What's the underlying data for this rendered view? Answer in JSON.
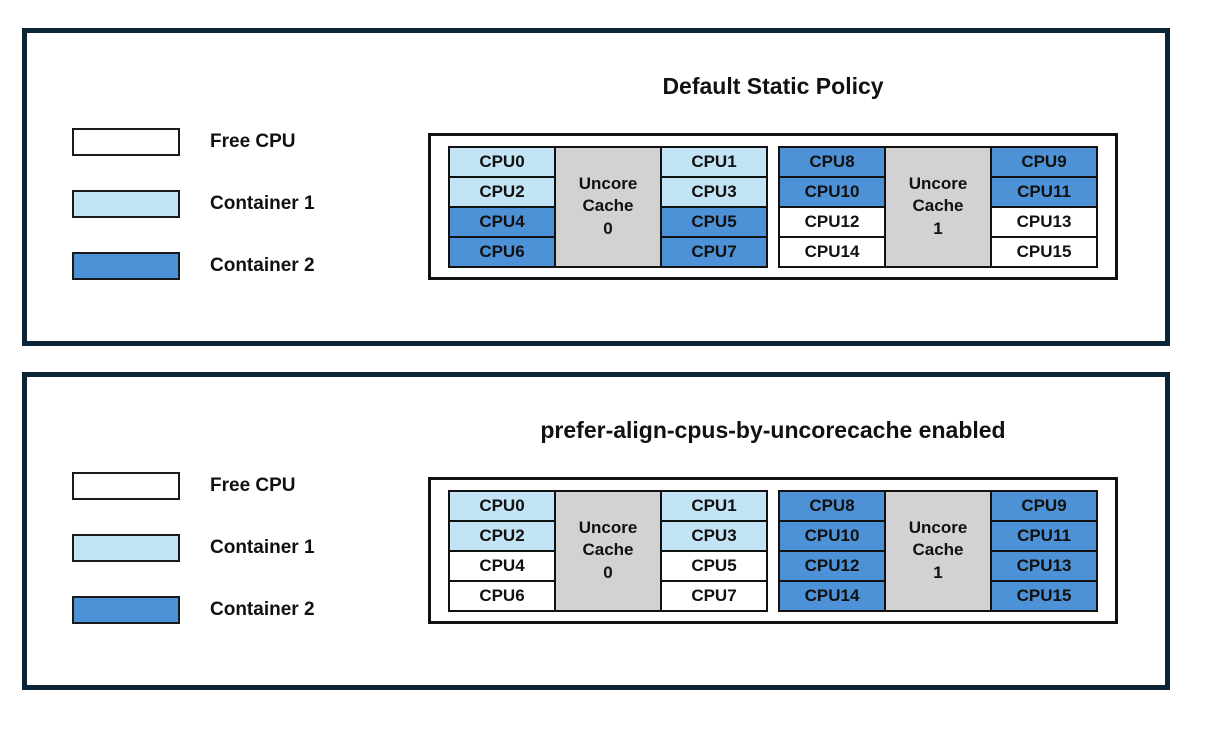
{
  "colors": {
    "free": "#FFFFFF",
    "container1": "#C2E4F4",
    "container2": "#4D91D7",
    "cache": "#D2D2D2",
    "panel_border": "#0B2536",
    "cell_border": "#111111"
  },
  "legend": [
    {
      "label": "Free CPU",
      "state": "free"
    },
    {
      "label": "Container 1",
      "state": "container1"
    },
    {
      "label": "Container 2",
      "state": "container2"
    }
  ],
  "panels": [
    {
      "title": "Default Static Policy",
      "groups": [
        {
          "cache": {
            "line1": "Uncore",
            "line2": "Cache",
            "line3": "0"
          },
          "left": [
            {
              "label": "CPU0",
              "state": "container1"
            },
            {
              "label": "CPU2",
              "state": "container1"
            },
            {
              "label": "CPU4",
              "state": "container2"
            },
            {
              "label": "CPU6",
              "state": "container2"
            }
          ],
          "right": [
            {
              "label": "CPU1",
              "state": "container1"
            },
            {
              "label": "CPU3",
              "state": "container1"
            },
            {
              "label": "CPU5",
              "state": "container2"
            },
            {
              "label": "CPU7",
              "state": "container2"
            }
          ]
        },
        {
          "cache": {
            "line1": "Uncore",
            "line2": "Cache",
            "line3": "1"
          },
          "left": [
            {
              "label": "CPU8",
              "state": "container2"
            },
            {
              "label": "CPU10",
              "state": "container2"
            },
            {
              "label": "CPU12",
              "state": "free"
            },
            {
              "label": "CPU14",
              "state": "free"
            }
          ],
          "right": [
            {
              "label": "CPU9",
              "state": "container2"
            },
            {
              "label": "CPU11",
              "state": "container2"
            },
            {
              "label": "CPU13",
              "state": "free"
            },
            {
              "label": "CPU15",
              "state": "free"
            }
          ]
        }
      ]
    },
    {
      "title": "prefer-align-cpus-by-uncorecache enabled",
      "groups": [
        {
          "cache": {
            "line1": "Uncore",
            "line2": "Cache",
            "line3": "0"
          },
          "left": [
            {
              "label": "CPU0",
              "state": "container1"
            },
            {
              "label": "CPU2",
              "state": "container1"
            },
            {
              "label": "CPU4",
              "state": "free"
            },
            {
              "label": "CPU6",
              "state": "free"
            }
          ],
          "right": [
            {
              "label": "CPU1",
              "state": "container1"
            },
            {
              "label": "CPU3",
              "state": "container1"
            },
            {
              "label": "CPU5",
              "state": "free"
            },
            {
              "label": "CPU7",
              "state": "free"
            }
          ]
        },
        {
          "cache": {
            "line1": "Uncore",
            "line2": "Cache",
            "line3": "1"
          },
          "left": [
            {
              "label": "CPU8",
              "state": "container2"
            },
            {
              "label": "CPU10",
              "state": "container2"
            },
            {
              "label": "CPU12",
              "state": "container2"
            },
            {
              "label": "CPU14",
              "state": "container2"
            }
          ],
          "right": [
            {
              "label": "CPU9",
              "state": "container2"
            },
            {
              "label": "CPU11",
              "state": "container2"
            },
            {
              "label": "CPU13",
              "state": "container2"
            },
            {
              "label": "CPU15",
              "state": "container2"
            }
          ]
        }
      ]
    }
  ]
}
